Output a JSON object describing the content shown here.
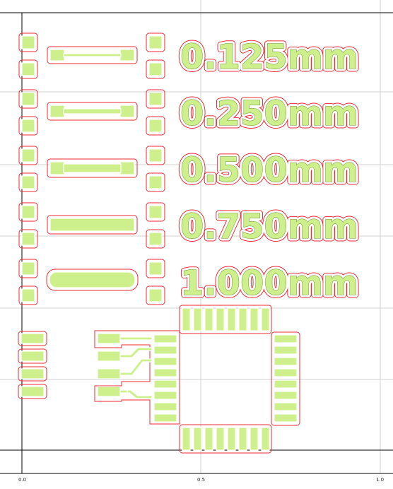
{
  "labels": {
    "row1": "0.125mm",
    "row2": "0.250mm",
    "row3": "0.500mm",
    "row4": "0.750mm",
    "row5": "1.000mm"
  },
  "axis": {
    "tick_0": "0.0",
    "tick_1": "0.5",
    "tick_2": "1.0"
  },
  "colors": {
    "copper": "#cdf08c",
    "outline": "#ee2a35",
    "grid": "#d0d0d0",
    "axis": "#000000"
  }
}
